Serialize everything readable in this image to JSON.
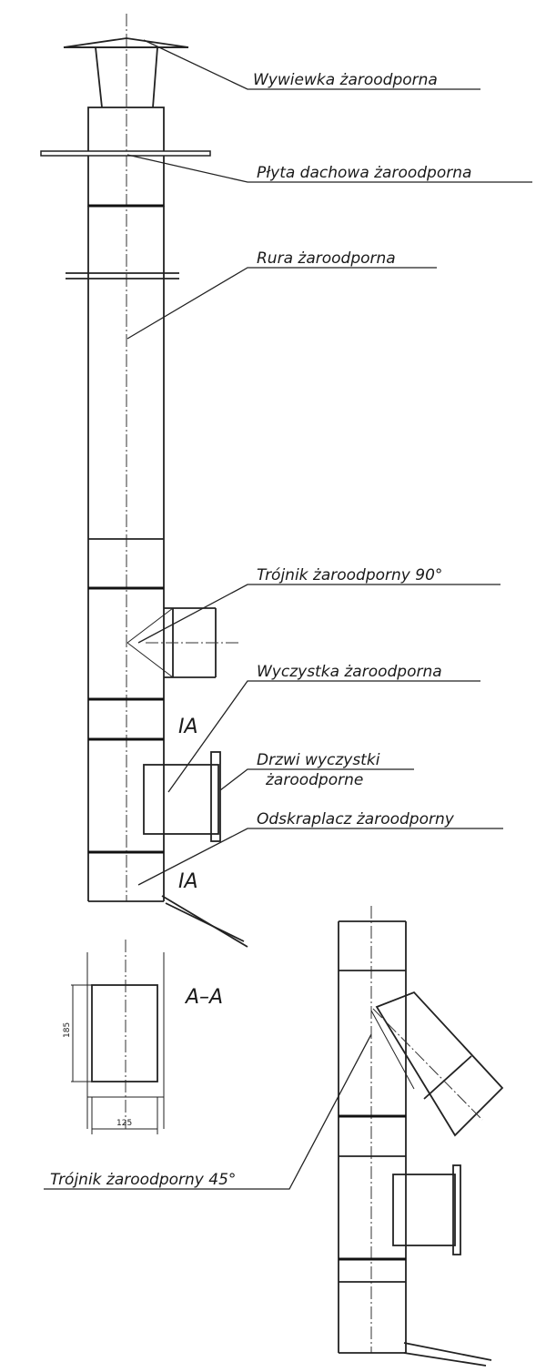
{
  "labels": {
    "wywiewka": "Wywiewka żaroodporna",
    "plyta": "Płyta dachowa żaroodporna",
    "rura": "Rura żaroodporna",
    "trojnik90": "Trójnik żaroodporny 90°",
    "wyczystka": "Wyczystka żaroodporna",
    "drzwi_line1": "Drzwi wyczystki",
    "drzwi_line2": "żaroodporne",
    "odskraplacz": "Odskraplacz żaroodporny",
    "trojnik45": "Trójnik żaroodporny 45°"
  },
  "section": {
    "marker_top": "IA",
    "marker_bottom": "IA",
    "title": "A–A",
    "dim_height": "185",
    "dim_width": "125"
  }
}
